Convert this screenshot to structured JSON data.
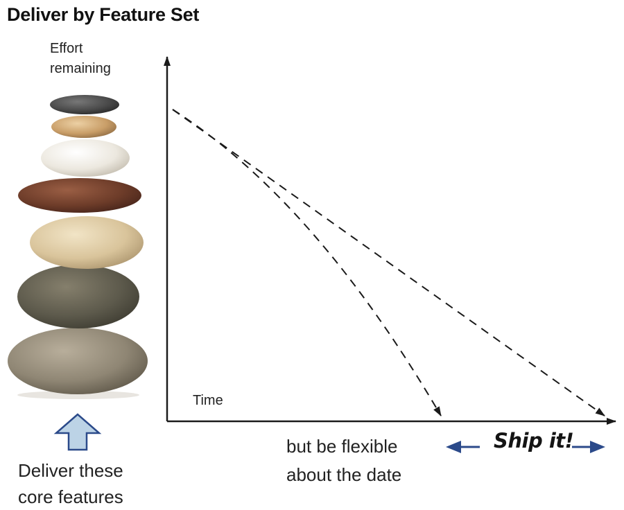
{
  "title": "Deliver by Feature Set",
  "y_axis_label_line1": "Effort",
  "y_axis_label_line2": "remaining",
  "x_axis_label": "Time",
  "flexible_note_line1": "but be flexible",
  "flexible_note_line2": "about the date",
  "core_note_line1": "Deliver these",
  "core_note_line2": "core features",
  "ship_label": "Ship it!",
  "colors": {
    "axis": "#1a1a1a",
    "dashed_lines": "#1a1a1a",
    "ship_arrows": "#2b4a8a",
    "up_arrow_fill": "#bcd3e6",
    "up_arrow_stroke": "#2b4a8a"
  },
  "icons": {
    "stone_stack": "stacked-stones-image",
    "up_arrow": "up-arrow-icon",
    "left_arrow": "left-arrow-icon",
    "right_arrow": "right-arrow-icon"
  }
}
